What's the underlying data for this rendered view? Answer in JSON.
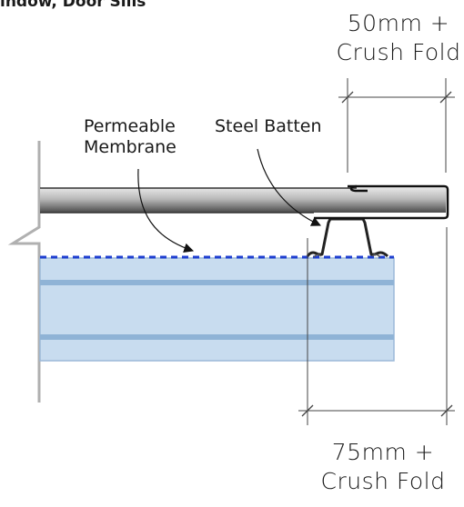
{
  "heading": "indow, Door Sills",
  "dimensions": {
    "top": {
      "line1": "50mm +",
      "line2": "Crush Fold"
    },
    "bottom": {
      "line1": "75mm +",
      "line2": "Crush Fold"
    }
  },
  "callouts": {
    "membrane": {
      "line1": "Permeable",
      "line2": "Membrane"
    },
    "batten": {
      "line1": "Steel Batten"
    }
  },
  "colors": {
    "membrane": "#1f3fd0",
    "insulation_fill": "#c8dcef",
    "insulation_band": "#8fb3d6",
    "sheet_dark": "#555555",
    "sheet_light": "#eeeeee",
    "line": "#333333",
    "wall": "#b0b0b0"
  }
}
